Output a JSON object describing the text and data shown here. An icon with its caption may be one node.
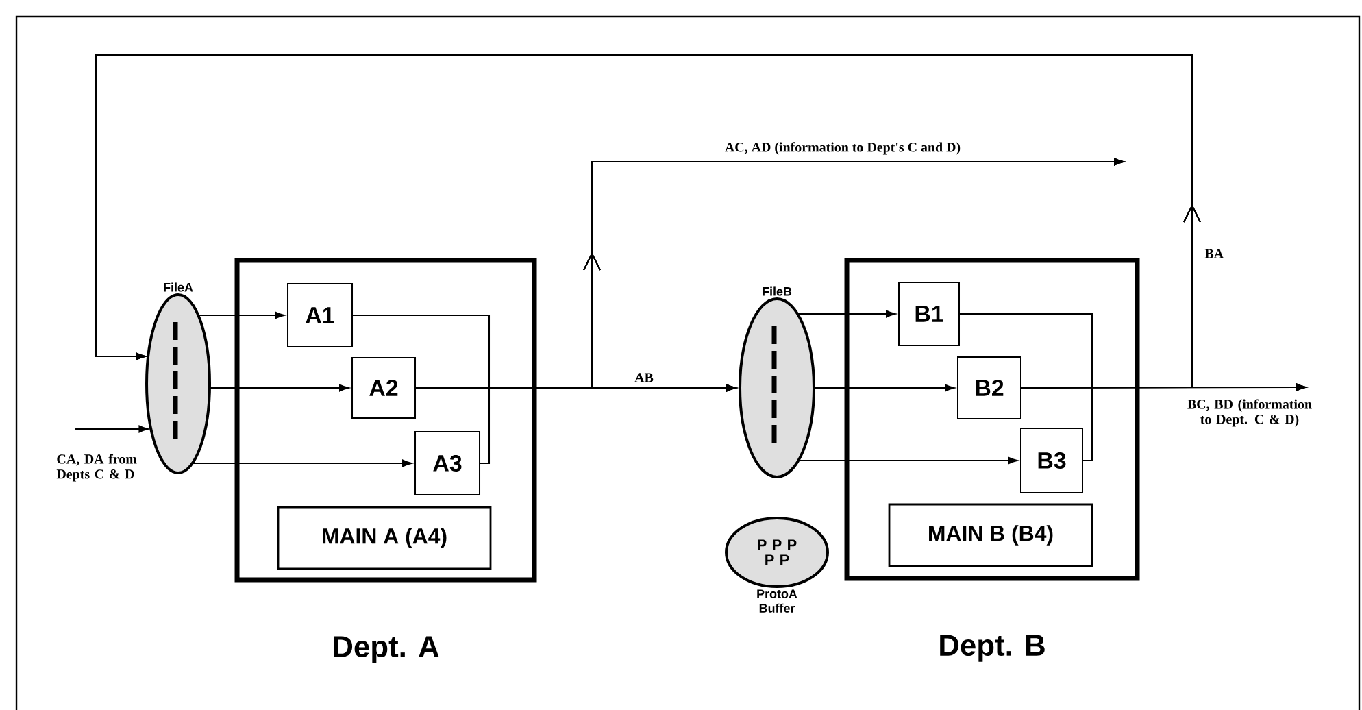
{
  "diagram": {
    "nodes": [
      {
        "text": [
          "FileA"
        ]
      },
      {
        "text": [
          "Dept. A"
        ]
      },
      {
        "text": [
          "A1"
        ],
        "in": 1
      },
      {
        "text": [
          "A2"
        ],
        "in": 1
      },
      {
        "text": [
          "A3"
        ],
        "in": 1
      },
      {
        "text": [
          "MAIN A  (A4)"
        ],
        "in": 1
      },
      {
        "text": [
          "FileB"
        ]
      },
      {
        "text": [
          "Dept. B"
        ]
      },
      {
        "text": [
          "B1"
        ],
        "in": 7
      },
      {
        "text": [
          "B2"
        ],
        "in": 7
      },
      {
        "text": [
          "B3"
        ],
        "in": 7
      },
      {
        "text": [
          "MAIN B  (B4)"
        ],
        "in": 7
      },
      {
        "text": [
          "P P P P P",
          "ProtoA Buffer"
        ]
      }
    ],
    "edges": [
      {
        "from": null,
        "to": 0,
        "arrow": "to",
        "label": "CA, DA from Depts C & D"
      },
      {
        "from": 0,
        "to": 2,
        "arrow": "to"
      },
      {
        "from": 0,
        "to": 3,
        "arrow": "to"
      },
      {
        "from": 0,
        "to": 4,
        "arrow": "to"
      },
      {
        "from": 2,
        "to": 6,
        "arrow": "to",
        "label": "AB"
      },
      {
        "from": 3,
        "to": 6,
        "arrow": "to"
      },
      {
        "from": 4,
        "to": 6,
        "arrow": "to"
      },
      {
        "from": 2,
        "to": null,
        "arrow": "to",
        "label": "AC, AD (information to Dept's C and D)"
      },
      {
        "from": 3,
        "to": null,
        "arrow": "to"
      },
      {
        "from": 4,
        "to": null,
        "arrow": "to"
      },
      {
        "from": 6,
        "to": 8,
        "arrow": "to"
      },
      {
        "from": 6,
        "to": 9,
        "arrow": "to"
      },
      {
        "from": 6,
        "to": 10,
        "arrow": "to"
      },
      {
        "from": 8,
        "to": null,
        "arrow": "to",
        "label": "BC, BD (information to Dept. C & D)"
      },
      {
        "from": 9,
        "to": null,
        "arrow": "to"
      },
      {
        "from": 10,
        "to": null,
        "arrow": "to"
      },
      {
        "from": 8,
        "to": 0,
        "arrow": "to",
        "label": "BA"
      },
      {
        "from": 9,
        "to": 0,
        "arrow": "to"
      },
      {
        "from": 10,
        "to": 0,
        "arrow": "to"
      }
    ]
  }
}
